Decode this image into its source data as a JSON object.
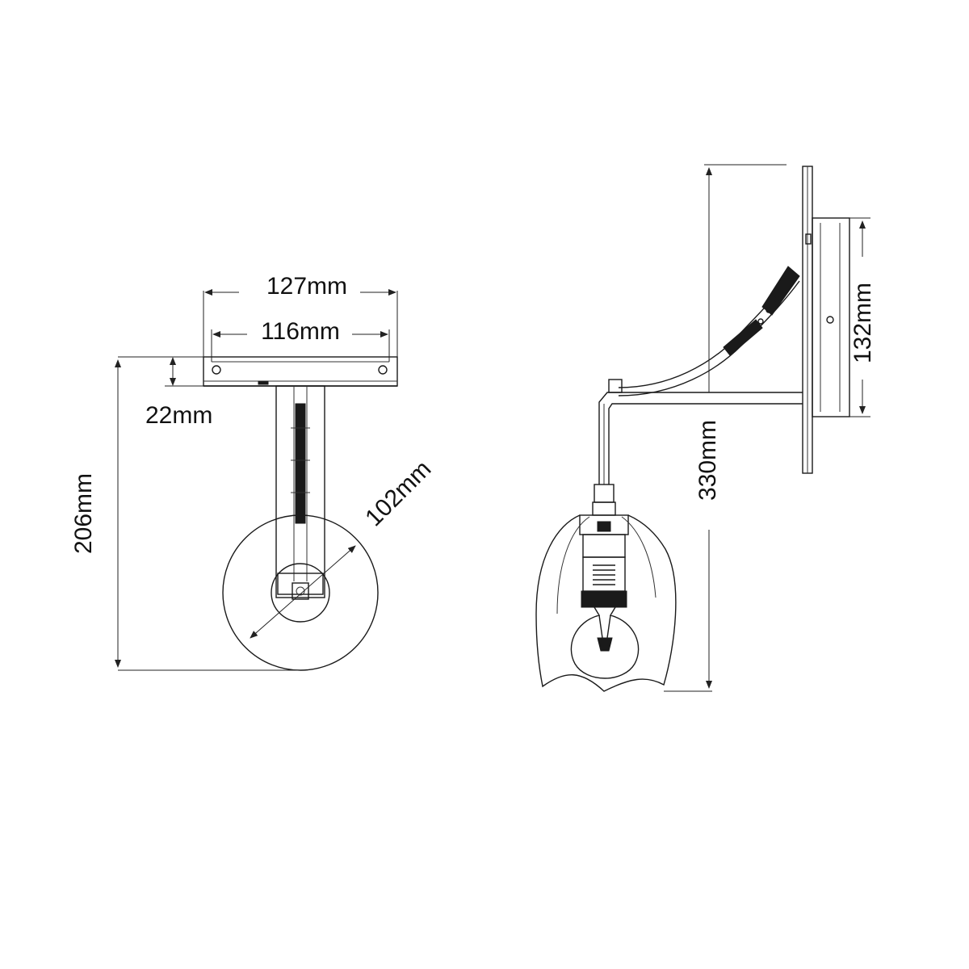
{
  "dimensions": {
    "front_outer_width": "127mm",
    "front_inner_width": "116mm",
    "backplate_depth": "22mm",
    "overall_height": "206mm",
    "shade_diameter": "102mm",
    "projection": "330mm",
    "backplate_height": "132mm"
  }
}
